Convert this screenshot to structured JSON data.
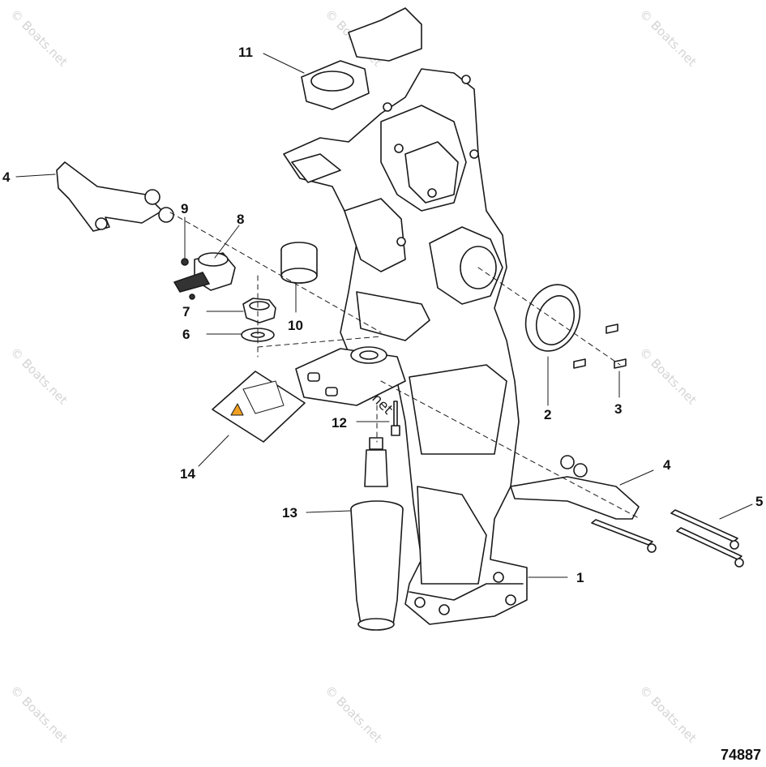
{
  "diagram": {
    "figure_number": "74887",
    "watermark": "© Boats.net",
    "callouts": [
      {
        "id": "c1",
        "label": "1"
      },
      {
        "id": "c2",
        "label": "2"
      },
      {
        "id": "c3",
        "label": "3"
      },
      {
        "id": "c4a",
        "label": "4"
      },
      {
        "id": "c4b",
        "label": "4"
      },
      {
        "id": "c5",
        "label": "5"
      },
      {
        "id": "c6",
        "label": "6"
      },
      {
        "id": "c7",
        "label": "7"
      },
      {
        "id": "c8",
        "label": "8"
      },
      {
        "id": "c9",
        "label": "9"
      },
      {
        "id": "c10",
        "label": "10"
      },
      {
        "id": "c11",
        "label": "11"
      },
      {
        "id": "c12",
        "label": "12"
      },
      {
        "id": "c13",
        "label": "13"
      },
      {
        "id": "c14",
        "label": "14"
      }
    ],
    "colors": {
      "line": "#1a1a1a",
      "watermark": "#d4d4d4",
      "warning": "#f0a020"
    }
  }
}
